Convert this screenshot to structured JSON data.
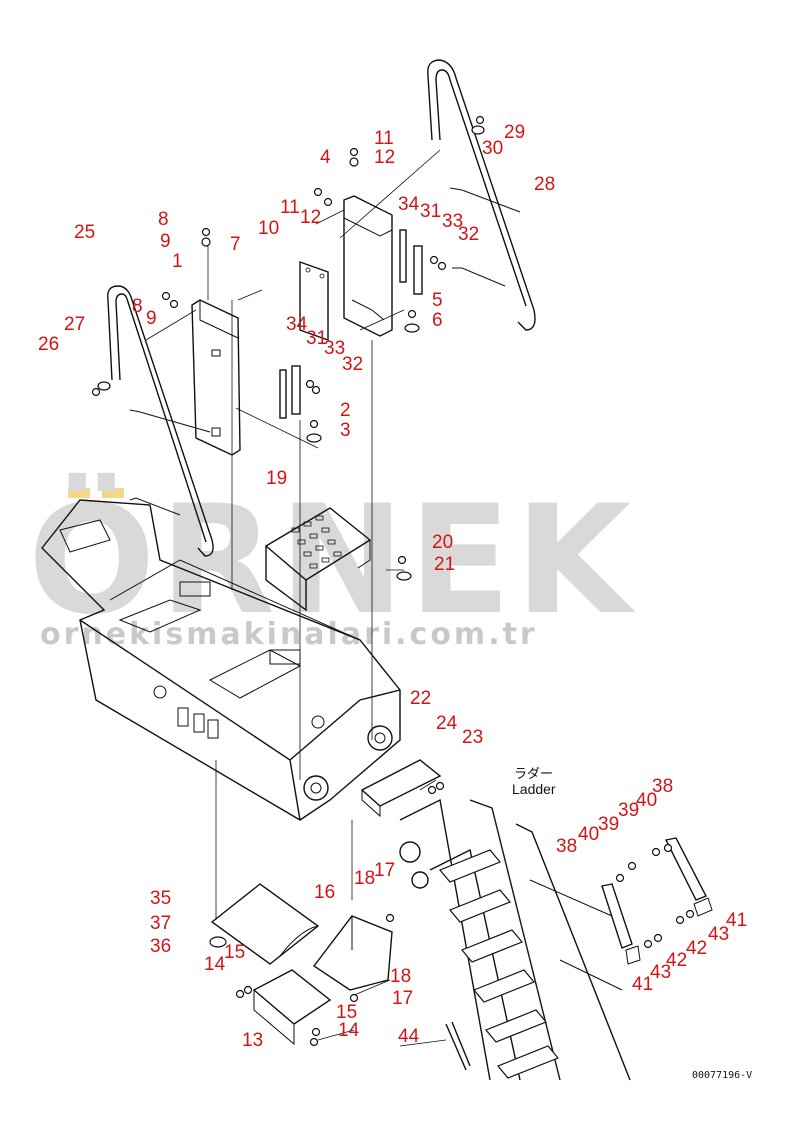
{
  "watermark": {
    "brand": "ÖRNEK",
    "url": "ornekismakinalari.com.tr"
  },
  "ladder_note": {
    "japanese": "ラダー",
    "english": "Ladder"
  },
  "drawing_code": "00077196-V",
  "labels": {
    "l1": "1",
    "l2": "2",
    "l3": "3",
    "l4": "4",
    "l5": "5",
    "l6": "6",
    "l7": "7",
    "l8a": "8",
    "l8b": "8",
    "l9a": "9",
    "l9b": "9",
    "l10": "10",
    "l11a": "11",
    "l11b": "11",
    "l12a": "12",
    "l12b": "12",
    "l13": "13",
    "l14a": "14",
    "l14b": "14",
    "l15a": "15",
    "l15b": "15",
    "l16": "16",
    "l17a": "17",
    "l17b": "17",
    "l18a": "18",
    "l18b": "18",
    "l19": "19",
    "l20": "20",
    "l21": "21",
    "l22": "22",
    "l23": "23",
    "l24": "24",
    "l25": "25",
    "l26": "26",
    "l27": "27",
    "l28": "28",
    "l29": "29",
    "l30": "30",
    "l31a": "31",
    "l31b": "31",
    "l32a": "32",
    "l32b": "32",
    "l33a": "33",
    "l33b": "33",
    "l34a": "34",
    "l34b": "34",
    "l35": "35",
    "l36": "36",
    "l37": "37",
    "l38a": "38",
    "l38b": "38",
    "l39a": "39",
    "l39b": "39",
    "l40a": "40",
    "l40b": "40",
    "l41a": "41",
    "l41b": "41",
    "l42a": "42",
    "l42b": "42",
    "l43a": "43",
    "l43b": "43",
    "l44": "44"
  }
}
